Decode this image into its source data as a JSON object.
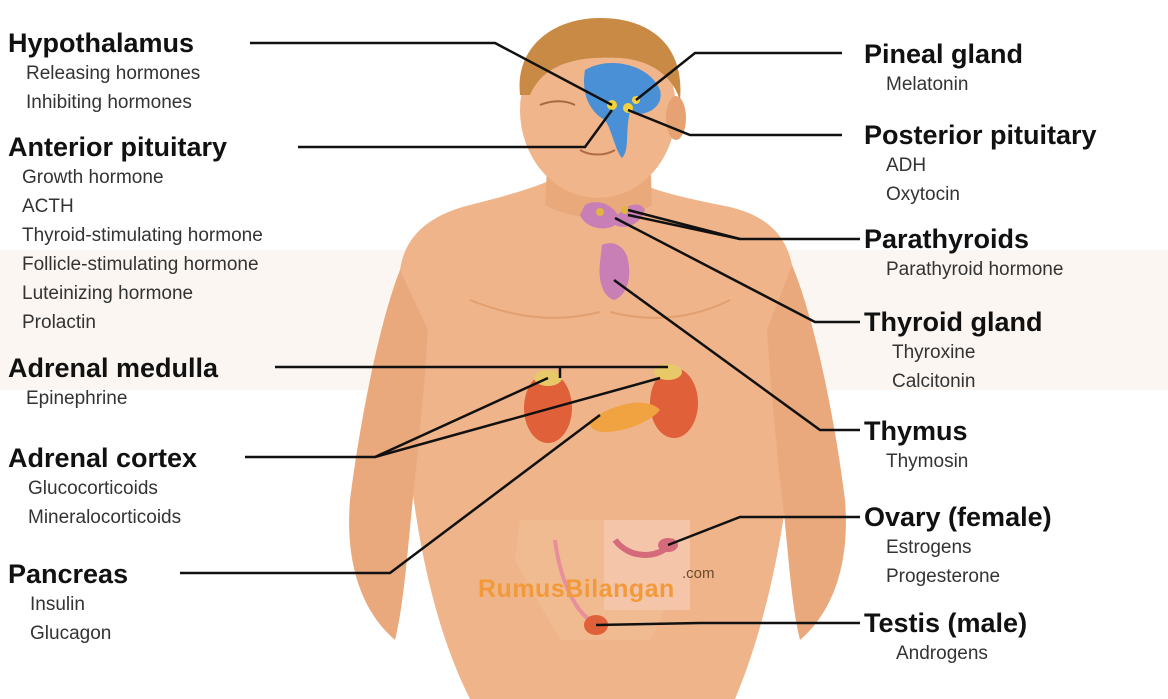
{
  "glands": {
    "hypothalamus": {
      "title": "Hypothalamus",
      "hormones": [
        "Releasing hormones",
        "Inhibiting hormones"
      ]
    },
    "anterior_pituitary": {
      "title": "Anterior pituitary",
      "hormones": [
        "Growth hormone",
        "ACTH",
        "Thyroid-stimulating hormone",
        "Follicle-stimulating hormone",
        "Luteinizing hormone",
        "Prolactin"
      ]
    },
    "adrenal_medulla": {
      "title": "Adrenal medulla",
      "hormones": [
        "Epinephrine"
      ]
    },
    "adrenal_cortex": {
      "title": "Adrenal cortex",
      "hormones": [
        "Glucocorticoids",
        "Mineralocorticoids"
      ]
    },
    "pancreas": {
      "title": "Pancreas",
      "hormones": [
        "Insulin",
        "Glucagon"
      ]
    },
    "pineal_gland": {
      "title": "Pineal gland",
      "hormones": [
        "Melatonin"
      ]
    },
    "posterior_pituitary": {
      "title": "Posterior pituitary",
      "hormones": [
        "ADH",
        "Oxytocin"
      ]
    },
    "parathyroids": {
      "title": "Parathyroids",
      "hormones": [
        "Parathyroid hormone"
      ]
    },
    "thyroid_gland": {
      "title": "Thyroid gland",
      "hormones": [
        "Thyroxine",
        "Calcitonin"
      ]
    },
    "thymus": {
      "title": "Thymus",
      "hormones": [
        "Thymosin"
      ]
    },
    "ovary": {
      "title": "Ovary (female)",
      "hormones": [
        "Estrogens",
        "Progesterone"
      ]
    },
    "testis": {
      "title": "Testis (male)",
      "hormones": [
        "Androgens"
      ]
    }
  },
  "watermark": {
    "text": "RumusBilangan",
    "suffix": ".com"
  },
  "colors": {
    "skin": "#f0b58a",
    "skin_shadow": "#d9915e",
    "hair": "#c98a45",
    "brain": "#4a90d6",
    "kidney": "#e0603a",
    "gland_purple": "#c77fb6",
    "pancreas": "#f2a341",
    "leader_line": "#111111"
  }
}
